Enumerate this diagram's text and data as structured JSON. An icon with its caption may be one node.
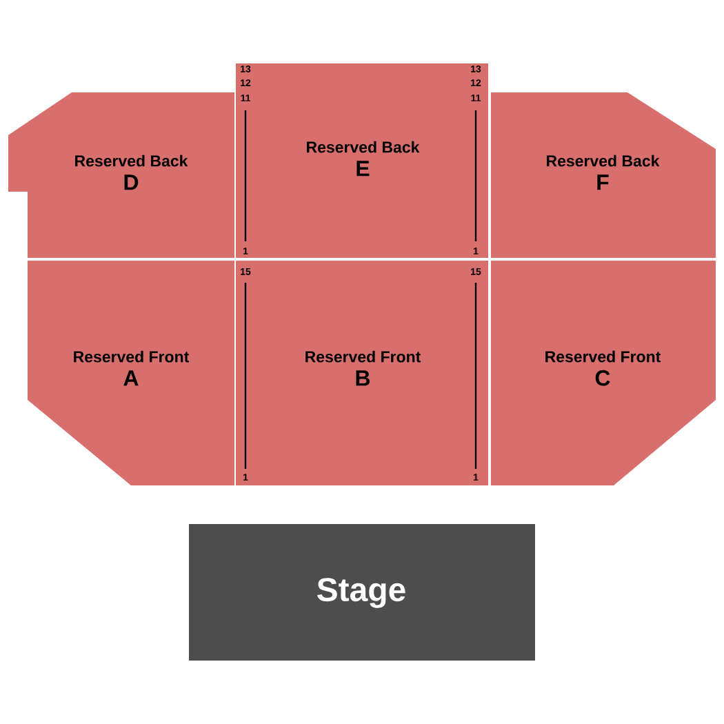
{
  "diagram": {
    "nodes": [
      {
        "text": [
          "Reserved Back",
          "D"
        ]
      },
      {
        "text": [
          "Reserved Back",
          "E"
        ]
      },
      {
        "text": [
          "Reserved Back",
          "F"
        ]
      },
      {
        "text": [
          "Reserved Front",
          "A"
        ]
      },
      {
        "text": [
          "Reserved Front",
          "B"
        ]
      },
      {
        "text": [
          "Reserved Front",
          "C"
        ]
      },
      {
        "text": [
          "Stage"
        ]
      }
    ],
    "labels": [
      "13",
      "13",
      "12",
      "12",
      "11",
      "11",
      "1",
      "1",
      "15",
      "15",
      "1",
      "1"
    ]
  }
}
